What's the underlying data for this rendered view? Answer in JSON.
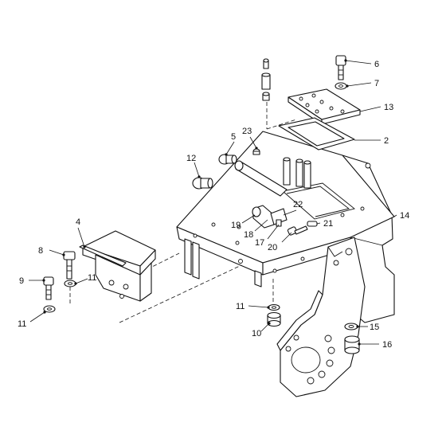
{
  "callouts": [
    {
      "id": "c6",
      "text": "6"
    },
    {
      "id": "c7",
      "text": "7"
    },
    {
      "id": "c13",
      "text": "13"
    },
    {
      "id": "c2",
      "text": "2"
    },
    {
      "id": "c23",
      "text": "23"
    },
    {
      "id": "c5",
      "text": "5"
    },
    {
      "id": "c12",
      "text": "12"
    },
    {
      "id": "c14",
      "text": "14"
    },
    {
      "id": "c22",
      "text": "22"
    },
    {
      "id": "c21",
      "text": "21"
    },
    {
      "id": "c19",
      "text": "19"
    },
    {
      "id": "c18",
      "text": "18"
    },
    {
      "id": "c17",
      "text": "17"
    },
    {
      "id": "c20",
      "text": "20"
    },
    {
      "id": "c4",
      "text": "4"
    },
    {
      "id": "c8",
      "text": "8"
    },
    {
      "id": "c9",
      "text": "9"
    },
    {
      "id": "c11a",
      "text": "11"
    },
    {
      "id": "c11b",
      "text": "11"
    },
    {
      "id": "c11c",
      "text": "11"
    },
    {
      "id": "c10",
      "text": "10"
    },
    {
      "id": "c15",
      "text": "15"
    },
    {
      "id": "c16",
      "text": "16"
    }
  ]
}
